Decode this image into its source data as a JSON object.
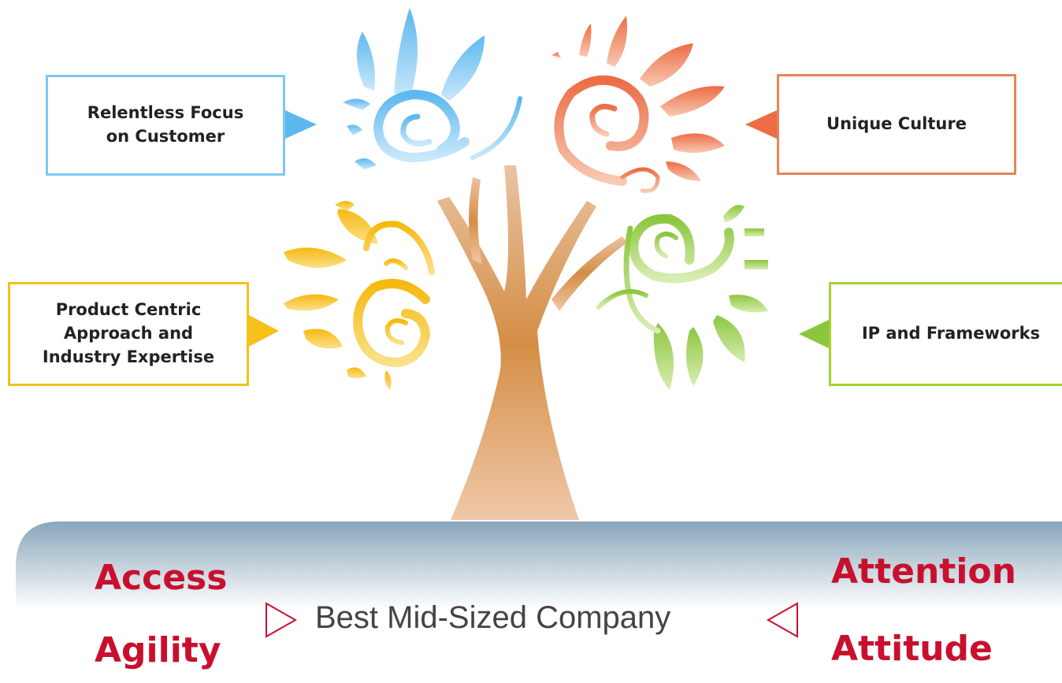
{
  "pillars": {
    "customer": {
      "line1": "Relentless Focus",
      "line2": "on Customer",
      "color": "#7ec8ee"
    },
    "culture": {
      "line1": "Unique Culture",
      "color": "#e8845a"
    },
    "product": {
      "line1": "Product Centric",
      "line2": "Approach and",
      "line3": "Industry Expertise",
      "color": "#f5c21b"
    },
    "ip": {
      "line1": "IP and Frameworks",
      "color": "#a6d22a"
    }
  },
  "ground": {
    "left_words": [
      "Access",
      "Agility"
    ],
    "right_words": [
      "Attention",
      "Attitude"
    ],
    "tagline": "Best Mid-Sized Company",
    "accent_color": "#c8102e"
  },
  "icons": {
    "tree": "tree-icon",
    "left_arrow": "triangle-right-outline-icon",
    "right_arrow": "triangle-left-outline-icon"
  }
}
